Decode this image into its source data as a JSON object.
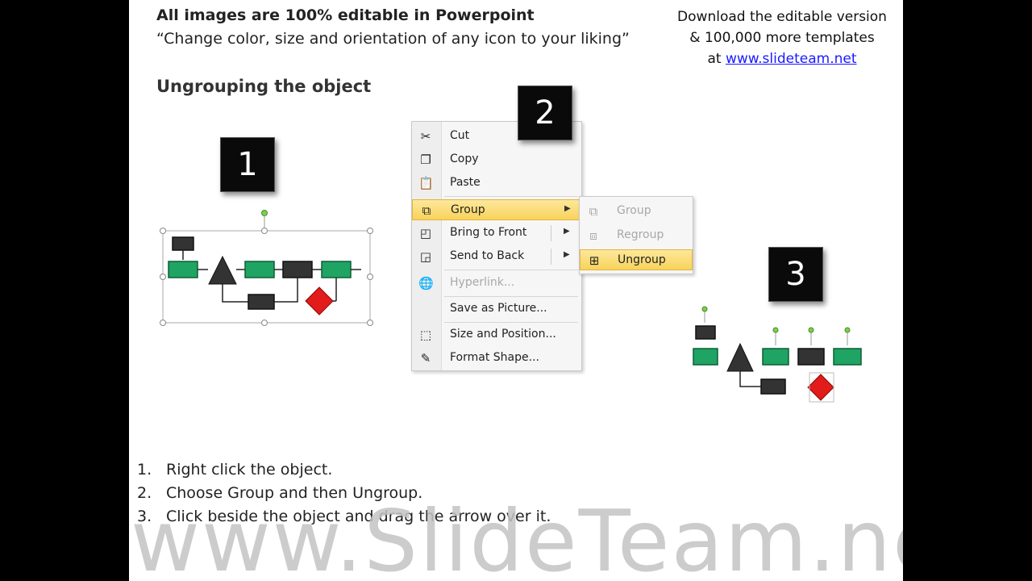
{
  "header": {
    "line1": "All images are 100% editable in Powerpoint",
    "line2": "“Change color, size and orientation of any icon to your liking”",
    "download_line1": "Download the editable version",
    "download_line2": "& 100,000  more templates",
    "download_at": "at ",
    "download_link": "www.slideteam.net"
  },
  "subtitle": "Ungrouping the object",
  "step_boxes": [
    "1",
    "2",
    "3"
  ],
  "context_menu": {
    "items": [
      {
        "label": "Cut",
        "icon": "scissors-icon"
      },
      {
        "label": "Copy",
        "icon": "copy-icon"
      },
      {
        "label": "Paste",
        "icon": "paste-icon"
      },
      {
        "label": "Group",
        "icon": "group-icon",
        "highlighted": true,
        "submenu": true
      },
      {
        "label": "Bring to Front",
        "icon": "bring-front-icon",
        "submenu": true
      },
      {
        "label": "Send to Back",
        "icon": "send-back-icon",
        "submenu": true
      },
      {
        "label": "Hyperlink...",
        "icon": "hyperlink-icon",
        "disabled": true
      },
      {
        "label": "Save as Picture...",
        "icon": ""
      },
      {
        "label": "Size and Position...",
        "icon": "size-position-icon"
      },
      {
        "label": "Format Shape...",
        "icon": "format-shape-icon"
      }
    ]
  },
  "submenu": {
    "items": [
      {
        "label": "Group",
        "disabled": true
      },
      {
        "label": "Regroup",
        "disabled": true
      },
      {
        "label": "Ungroup",
        "highlighted": true
      }
    ]
  },
  "instructions": [
    {
      "num": "1.",
      "text": "Right click the object."
    },
    {
      "num": "2.",
      "text": "Choose Group and then Ungroup."
    },
    {
      "num": "3.",
      "text": "Click beside the object and drag the arrow over it."
    }
  ],
  "watermark": "www.SlideTeam.net",
  "colors": {
    "green": "#1fa463",
    "dark": "#333333",
    "red": "#e21b1b",
    "highlight": "#f8d35b"
  }
}
